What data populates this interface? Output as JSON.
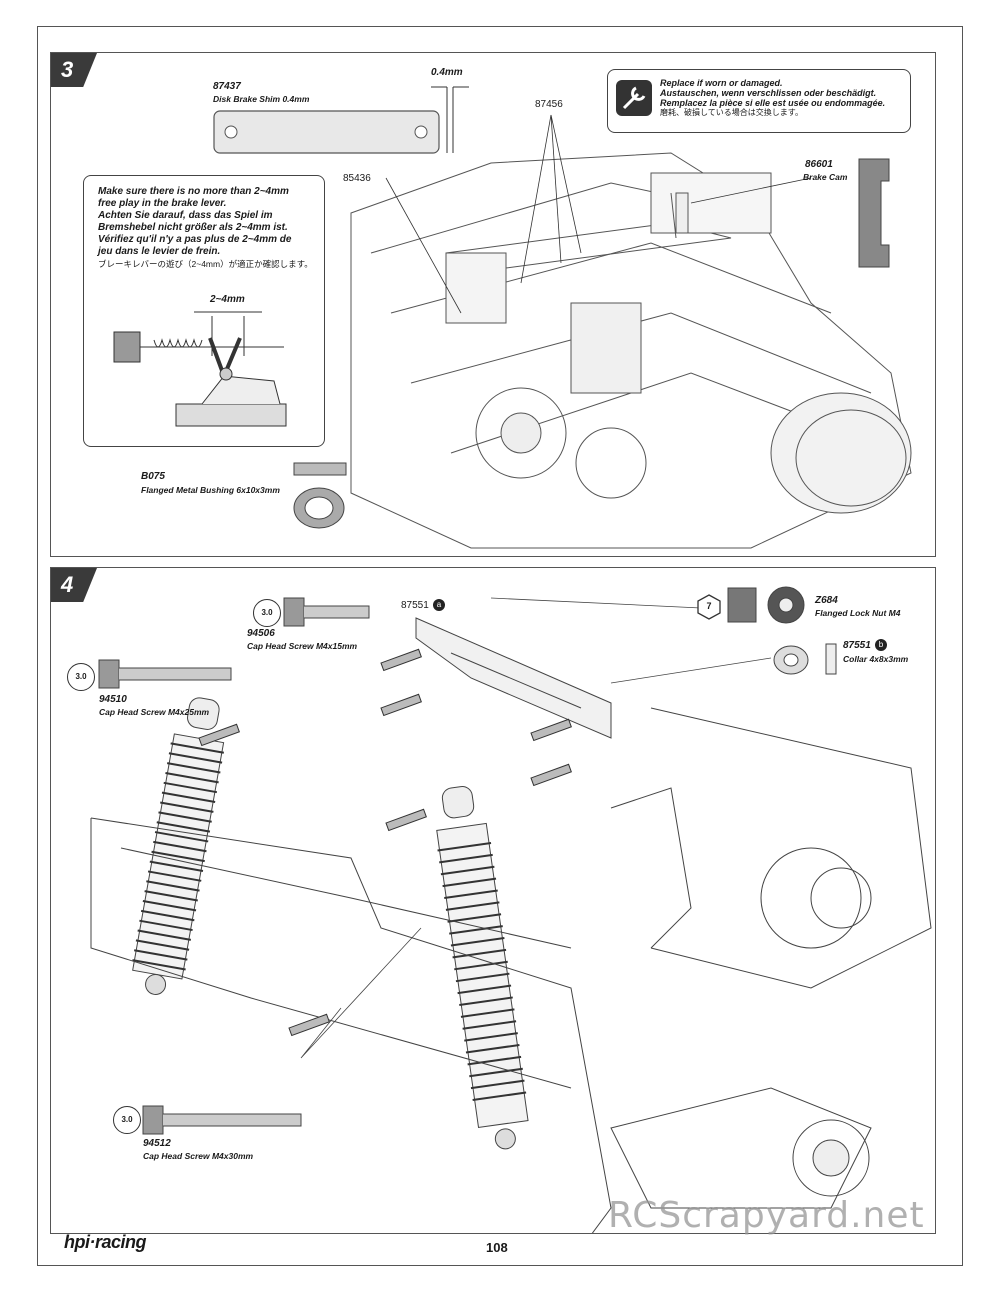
{
  "page": {
    "number": "108",
    "brand": "hpi·racing",
    "watermark": "RCScrapyard.net"
  },
  "step3": {
    "number": "3",
    "dimension": "0.4mm",
    "parts": {
      "p87437_no": "87437",
      "p87437_name": "Disk Brake Shim 0.4mm",
      "p87456_no": "87456",
      "p85436_no": "85436",
      "p86601_no": "86601",
      "p86601_name": "Brake Cam",
      "pB075_no": "B075",
      "pB075_name": "Flanged Metal Bushing 6x10x3mm"
    },
    "replace_note": {
      "en": "Replace if worn or damaged.",
      "de": "Austauschen, wenn verschlissen oder beschädigt.",
      "fr": "Remplacez la pièce si elle est usée ou endommagée.",
      "jp": "磨耗、破損している場合は交換します。"
    },
    "freeplay_note": {
      "en1": "Make sure there is no more than 2~4mm",
      "en2": "free play in the brake lever.",
      "de1": "Achten Sie darauf, dass das Spiel im",
      "de2": "Bremshebel nicht größer als 2~4mm ist.",
      "fr1": "Vérifiez qu'il n'y a pas plus de 2~4mm de",
      "fr2": "jeu dans le levier de frein.",
      "jp": "ブレーキレバーの遊び（2~4mm）が適正か確認します。",
      "dimension": "2~4mm"
    }
  },
  "step4": {
    "number": "4",
    "parts": {
      "p87551a_no": "87551",
      "p94506_no": "94506",
      "p94506_name": "Cap Head Screw M4x15mm",
      "p94506_tool": "3.0",
      "p94510_no": "94510",
      "p94510_name": "Cap Head Screw M4x25mm",
      "p94510_tool": "3.0",
      "p94512_no": "94512",
      "p94512_name": "Cap Head Screw M4x30mm",
      "p94512_tool": "3.0",
      "pZ684_no": "Z684",
      "pZ684_name": "Flanged Lock Nut M4",
      "pZ684_tool": "7",
      "p87551b_no": "87551",
      "p87551b_name": "Collar 4x8x3mm"
    },
    "tool_unit": "mm",
    "letter_a": "a",
    "letter_b": "b"
  }
}
